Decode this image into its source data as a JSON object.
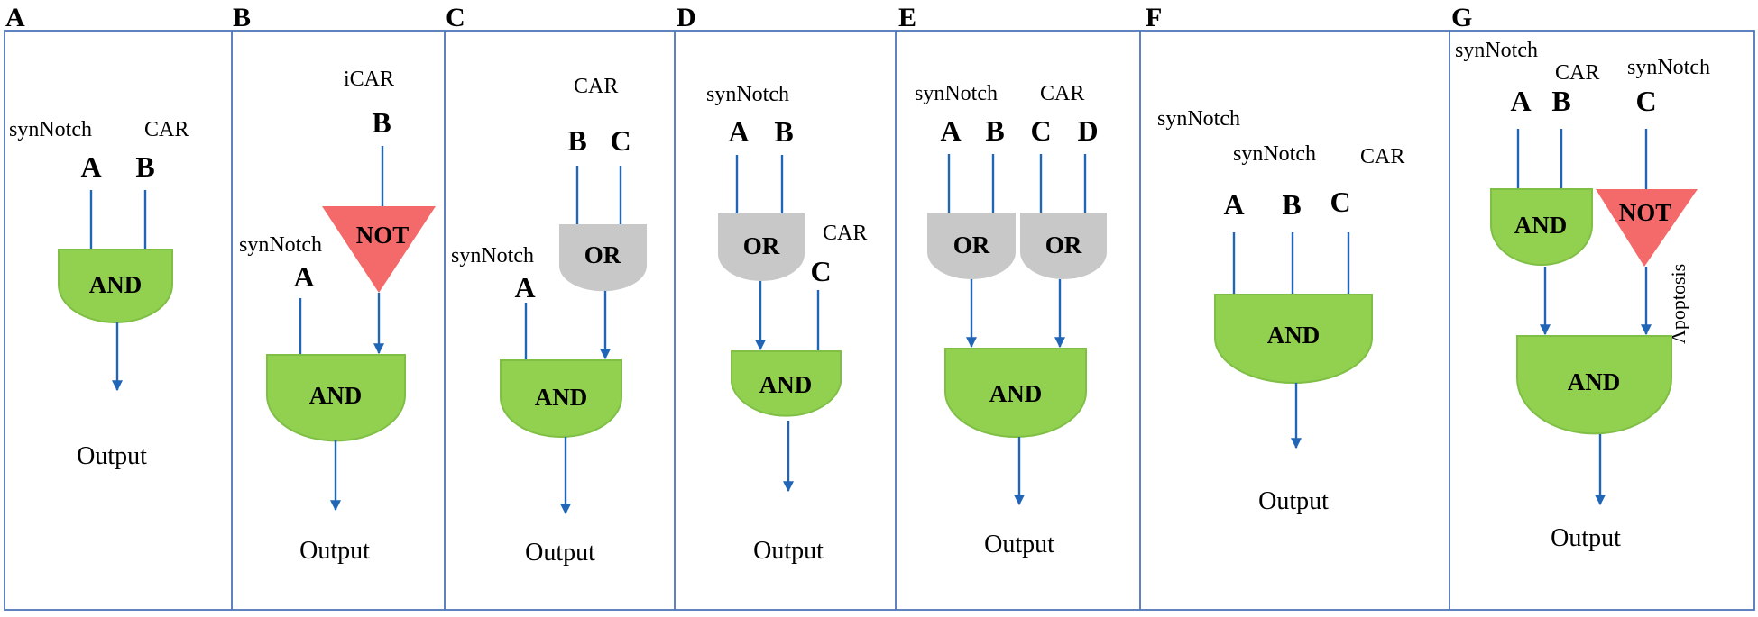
{
  "colors": {
    "and_gate": "#92d050",
    "and_gate_edge": "#7fbf45",
    "or_gate": "#c8c8c8",
    "not_gate": "#f46a6a",
    "wire": "#2165b6",
    "frame": "#4f74b8",
    "apoptosis_text": "#ff2020"
  },
  "panels": {
    "A": {
      "panel_label": "A",
      "receptor_synnotch": "synNotch",
      "receptor_car": "CAR",
      "input_a": "A",
      "input_b": "B",
      "and_gate": "AND",
      "output": "Output"
    },
    "B": {
      "panel_label": "B",
      "receptor_icar": "iCAR",
      "input_b": "B",
      "not_gate": "NOT",
      "receptor_synnotch": "synNotch",
      "input_a": "A",
      "and_gate": "AND",
      "output": "Output"
    },
    "C": {
      "panel_label": "C",
      "receptor_car": "CAR",
      "input_b": "B",
      "input_c": "C",
      "or_gate": "OR",
      "receptor_synnotch": "synNotch",
      "input_a": "A",
      "and_gate": "AND",
      "output": "Output"
    },
    "D": {
      "panel_label": "D",
      "receptor_synnotch": "synNotch",
      "input_a": "A",
      "input_b": "B",
      "or_gate": "OR",
      "receptor_car": "CAR",
      "input_c": "C",
      "and_gate": "AND",
      "output": "Output"
    },
    "E": {
      "panel_label": "E",
      "receptor_synnotch": "synNotch",
      "receptor_car": "CAR",
      "input_a": "A",
      "input_b": "B",
      "input_c": "C",
      "input_d": "D",
      "or_gate_left": "OR",
      "or_gate_right": "OR",
      "and_gate": "AND",
      "output": "Output"
    },
    "F": {
      "panel_label": "F",
      "receptor_synnotch_1": "synNotch",
      "receptor_synnotch_2": "synNotch",
      "receptor_car": "CAR",
      "input_a": "A",
      "input_b": "B",
      "input_c": "C",
      "and_gate": "AND",
      "output": "Output"
    },
    "G": {
      "panel_label": "G",
      "receptor_synnotch_1": "synNotch",
      "receptor_car": "CAR",
      "receptor_synnotch_2": "synNotch",
      "input_a": "A",
      "input_b": "B",
      "input_c": "C",
      "and_gate_top": "AND",
      "not_gate": "NOT",
      "apoptosis": "Apoptosis",
      "and_gate_bottom": "AND",
      "output": "Output"
    }
  }
}
